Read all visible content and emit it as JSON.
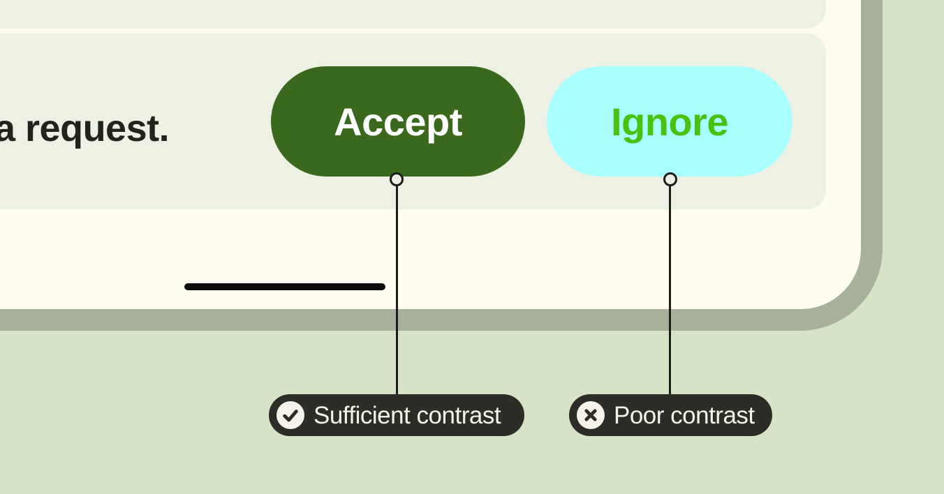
{
  "message_card": {
    "visible_text": "a request.",
    "buttons": [
      {
        "label": "Accept",
        "background": "#3A691D",
        "text_color": "#FFFFFF"
      },
      {
        "label": "Ignore",
        "background": "#A9FEFF",
        "text_color": "#46C20F"
      }
    ]
  },
  "annotations": [
    {
      "label": "Sufficient contrast",
      "icon": "check-icon",
      "points_to": "Accept"
    },
    {
      "label": "Poor contrast",
      "icon": "x-icon",
      "points_to": "Ignore"
    }
  ],
  "colors": {
    "page_background": "#D7E3C6",
    "device_frame": "#A6B09B",
    "screen_background": "#FDFCEE",
    "card_background": "#EDF1E3",
    "accept_background": "#3A691D",
    "accept_text": "#FFFFFF",
    "ignore_background": "#A9FEFF",
    "ignore_text": "#46C20F",
    "callout_background": "#2D2D28",
    "callout_foreground": "#F5F3E9",
    "body_text": "#20241D",
    "connector": "#1B1B19",
    "home_indicator": "#0C0C0A"
  }
}
